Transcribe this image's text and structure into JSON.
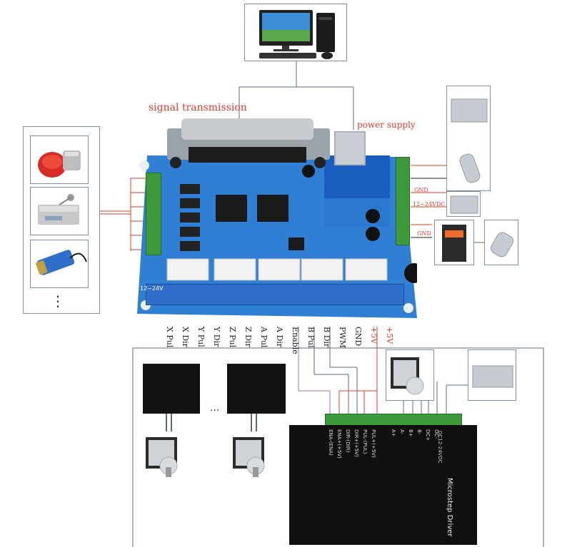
{
  "labels": {
    "signal": "signal transmission",
    "power": "power supply",
    "gnd_top": "GND",
    "volt": "12~24VDC",
    "gnd_bottom": "GND",
    "ellipsis_left": "⋮",
    "ellipsis_mid": "...",
    "board_voltage": "12~24V"
  },
  "pins": [
    "X Pul",
    "X Dir",
    "Y Pul",
    "Y Dir",
    "Z Pul",
    "Z Dir",
    "A Pul",
    "A Dir",
    "Enable",
    "B Pul",
    "B Dir",
    "PWM",
    "GND",
    "+5V",
    "+5V"
  ],
  "driver": {
    "title": "Microstep Driver",
    "input_pins": [
      "ENA-(ENA)",
      "ENA+(+5V)",
      "DIR-(DIR)",
      "DIR+(+5V)",
      "PUL-(PUL)",
      "PUL+(+5V)"
    ],
    "output_pins": [
      "A+",
      "A-",
      "B+",
      "B-",
      "DC+",
      "DC-"
    ],
    "supply": "DC12-24VDC"
  },
  "colors": {
    "red": "#e23b2e",
    "board": "#2f7fd4",
    "terminal": "#2f6fc9",
    "line": "#5a6b80",
    "wire_purple": "#a070b0"
  }
}
